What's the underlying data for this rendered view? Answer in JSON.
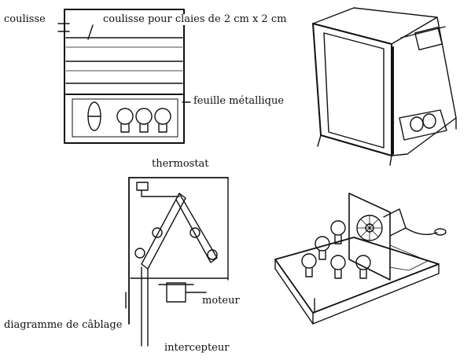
{
  "labels": {
    "coulisse": "coulisse",
    "coulisse_claies": "coulisse pour claies de 2 cm x 2 cm",
    "feuille": "feuille métallique",
    "thermostat": "thermostat",
    "moteur": "moteur",
    "diagramme": "diagramme de câblage",
    "intercepteur": "intercepteur"
  }
}
